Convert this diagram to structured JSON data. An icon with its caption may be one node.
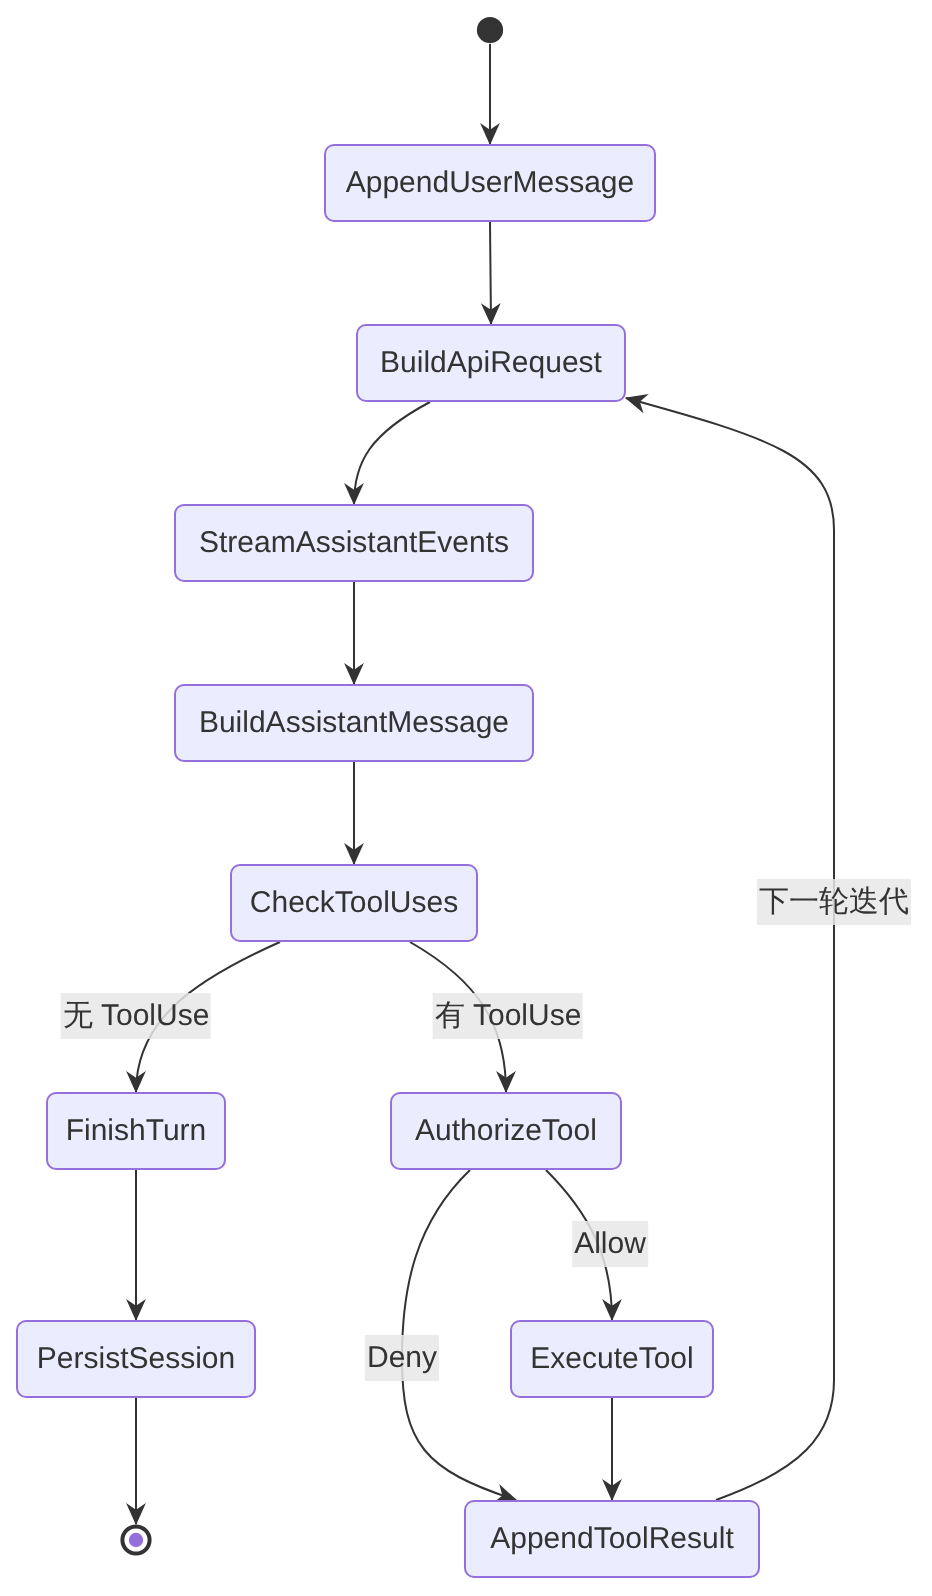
{
  "diagram": {
    "nodes": [
      {
        "text": [],
        "shape": "circle"
      },
      {
        "text": [
          "AppendUserMessage"
        ]
      },
      {
        "text": [
          "BuildApiRequest"
        ]
      },
      {
        "text": [
          "StreamAssistantEvents"
        ]
      },
      {
        "text": [
          "BuildAssistantMessage"
        ]
      },
      {
        "text": [
          "CheckToolUses"
        ]
      },
      {
        "text": [
          "FinishTurn"
        ]
      },
      {
        "text": [
          "AuthorizeTool"
        ]
      },
      {
        "text": [
          "PersistSession"
        ]
      },
      {
        "text": [
          "ExecuteTool"
        ]
      },
      {
        "text": [
          "AppendToolResult"
        ]
      },
      {
        "text": [],
        "shape": "bullseye"
      }
    ],
    "edges": [
      {
        "from": 0,
        "to": 1,
        "arrow": "to"
      },
      {
        "from": 1,
        "to": 2,
        "arrow": "to"
      },
      {
        "from": 2,
        "to": 3,
        "arrow": "to"
      },
      {
        "from": 3,
        "to": 4,
        "arrow": "to"
      },
      {
        "from": 4,
        "to": 5,
        "arrow": "to"
      },
      {
        "from": 5,
        "to": 6,
        "arrow": "to",
        "label": "无 ToolUse"
      },
      {
        "from": 5,
        "to": 7,
        "arrow": "to",
        "label": "有 ToolUse"
      },
      {
        "from": 6,
        "to": 8,
        "arrow": "to"
      },
      {
        "from": 8,
        "to": 11,
        "arrow": "to"
      },
      {
        "from": 7,
        "to": 9,
        "arrow": "to",
        "label": "Allow"
      },
      {
        "from": 7,
        "to": 10,
        "arrow": "to",
        "label": "Deny"
      },
      {
        "from": 9,
        "to": 10,
        "arrow": "to"
      },
      {
        "from": 10,
        "to": 2,
        "arrow": "to",
        "label": "下一轮迭代"
      }
    ]
  }
}
